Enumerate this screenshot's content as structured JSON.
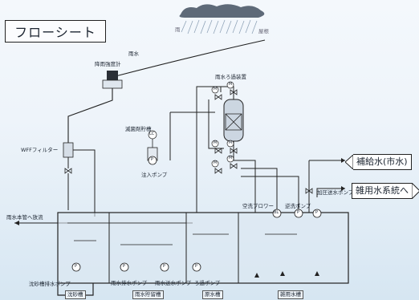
{
  "title": "フローシート",
  "sky": {
    "rain": "雨",
    "roof": "屋根",
    "rainwater": "雨水"
  },
  "equipment": {
    "rain_gauge": "降雨強度計",
    "filter_unit": "雨水ろ過装置",
    "disinfectant_tank": "滅菌剤貯槽",
    "injection_pump": "注入ポンプ",
    "wff_filter": "WFFフィルター",
    "overflow": "雨水本管へ放流",
    "blower": "空洗ブロワー",
    "backwash_pump": "逆洗ポンプ",
    "pressure_pump": "加圧送水ポンプ",
    "grit_pump": "沈砂槽排水ポンプ",
    "storage_drain_pump": "雨水排水ポンプ",
    "transfer_pump": "雨水送水ポンプ",
    "filter_pump": "ろ過ポンプ"
  },
  "symbols": {
    "m": "M",
    "p": "P",
    "lc": "LC",
    "bl": "BL"
  },
  "callouts": {
    "makeup": "補給水(市水)",
    "supply": "雑用水系統へ"
  },
  "tanks": [
    "沈砂槽",
    "雨水貯留槽",
    "原水槽",
    "雑用水槽"
  ]
}
